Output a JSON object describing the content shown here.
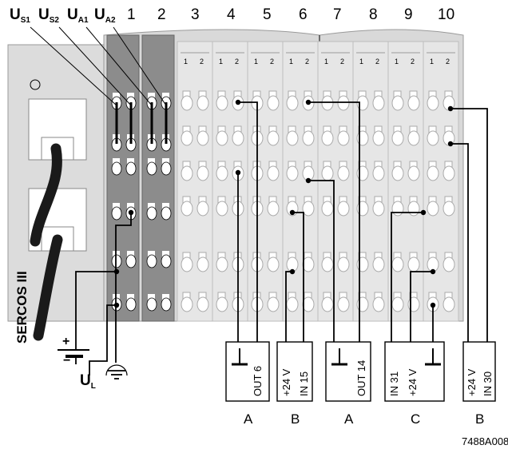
{
  "supply_labels": [
    {
      "main": "U",
      "sub": "S1"
    },
    {
      "main": "U",
      "sub": "S2"
    },
    {
      "main": "U",
      "sub": "A1"
    },
    {
      "main": "U",
      "sub": "A2"
    }
  ],
  "terminal_numbers": [
    "1",
    "2",
    "3",
    "4",
    "5",
    "6",
    "7",
    "8",
    "9",
    "10"
  ],
  "terminal_pin_labels": [
    "1",
    "2"
  ],
  "bus_label": "SERCOS III",
  "load_voltage": {
    "main": "U",
    "sub": "L"
  },
  "battery_plus": "+",
  "battery_minus": "−",
  "device_boxes": [
    {
      "lines": [
        "┻",
        "OUT 6"
      ]
    },
    {
      "lines": [
        "+24 V",
        "IN 15"
      ]
    },
    {
      "lines": [
        "┻",
        "OUT 14"
      ]
    },
    {
      "lines": [
        "IN 31",
        "+24 V",
        "┻"
      ]
    },
    {
      "lines": [
        "+24 V",
        "IN 30"
      ]
    }
  ],
  "group_labels": [
    "A",
    "B",
    "A",
    "C",
    "B"
  ],
  "figure_id": "7488A008",
  "colors": {
    "module_body": "#d9d9d9",
    "power_terminal": "#8c8c8c",
    "io_terminal": "#e6e6e6",
    "wire": "#000000",
    "cable": "#1a1a1a"
  }
}
